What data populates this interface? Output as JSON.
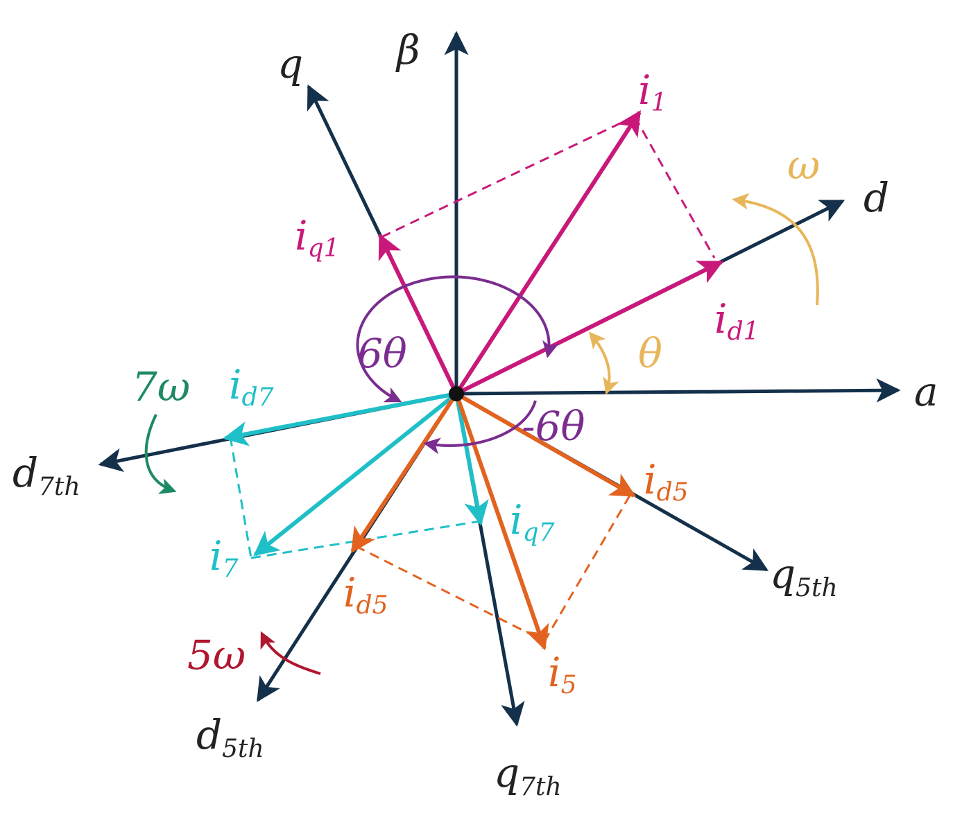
{
  "colors": {
    "axis": "#14304a",
    "fundamental": "#c8197a",
    "harmonic7": "#1fbfc7",
    "harmonic5": "#e2631f",
    "angle6": "#7a2d8e",
    "rotation": "#e8b65a",
    "rot7": "#1d8a63",
    "rot5": "#b0162e"
  },
  "labels": {
    "beta": "β",
    "q": "q",
    "d": "d",
    "a": "a",
    "d7_main": "d",
    "d7_sub": "7th",
    "q5_main": "q",
    "q5_sub": "5th",
    "d5_main": "d",
    "d5_sub": "5th",
    "q7_main": "q",
    "q7_sub": "7th",
    "i1_main": "i",
    "i1_sub": "1",
    "iq1_main": "i",
    "iq1_sub": "q1",
    "id1_main": "i",
    "id1_sub": "d1",
    "id7_main": "i",
    "id7_sub": "d7",
    "iq7_main": "i",
    "iq7_sub": "q7",
    "i7_main": "i",
    "i7_sub": "7",
    "id5a_main": "i",
    "id5a_sub": "d5",
    "id5b_main": "i",
    "id5b_sub": "d5",
    "i5_main": "i",
    "i5_sub": "5",
    "omega": "ω",
    "theta": "θ",
    "six_theta": "6θ",
    "minus_six_theta": "-6θ",
    "seven_omega": "7ω",
    "five_omega": "5ω"
  }
}
